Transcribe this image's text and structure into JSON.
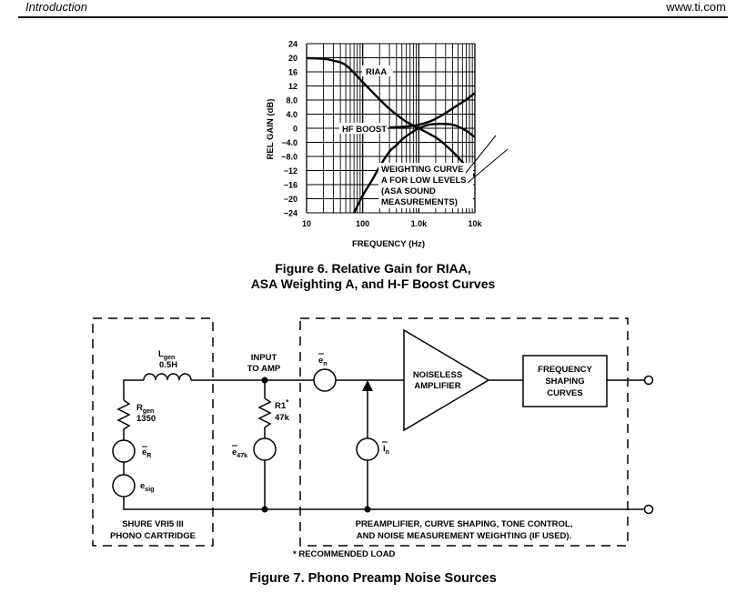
{
  "header": {
    "section": "Introduction",
    "site": "www.ti.com"
  },
  "figure6": {
    "caption_line1": "Figure 6. Relative Gain for RIAA,",
    "caption_line2": "ASA Weighting A, and H-F Boost Curves",
    "chart_data": {
      "type": "line",
      "xscale": "log",
      "xlim": [
        10,
        10000
      ],
      "ylim": [
        -24,
        24
      ],
      "xlabel": "FREQUENCY (Hz)",
      "ylabel": "REL GAIN (dB)",
      "xticks": [
        "10",
        "100",
        "1.0k",
        "10k"
      ],
      "yticks": [
        "24",
        "20",
        "16",
        "12",
        "8.0",
        "4.0",
        "0",
        "−4.0",
        "−8.0",
        "−12",
        "−16",
        "−20",
        "−24"
      ],
      "grid": true,
      "annotations": [
        "RIAA",
        "HF BOOST",
        "WEIGHTING CURVE",
        "A FOR LOW LEVELS",
        "(ASA SOUND",
        "MEASUREMENTS)"
      ],
      "series": [
        {
          "name": "RIAA",
          "x": [
            10,
            20,
            30,
            50,
            100,
            200,
            300,
            500,
            700,
            1000,
            2000,
            3000,
            5000,
            10000
          ],
          "y": [
            19.9,
            19.7,
            19.2,
            17.9,
            13.1,
            8.2,
            5.5,
            2.7,
            1.2,
            0,
            -2.6,
            -4.8,
            -8.2,
            -13.7
          ]
        },
        {
          "name": "HF BOOST",
          "x": [
            300,
            500,
            700,
            1000,
            1500,
            2000,
            3000,
            5000,
            7000,
            10000
          ],
          "y": [
            0.2,
            0.4,
            0.6,
            1.0,
            1.8,
            2.7,
            4.3,
            6.6,
            8.1,
            10.0
          ]
        },
        {
          "name": "WEIGHTING CURVE A",
          "x": [
            70,
            100,
            150,
            200,
            300,
            400,
            500,
            700,
            1000,
            1500,
            2000,
            3000,
            4000,
            5000,
            7000,
            10000
          ],
          "y": [
            -24,
            -19.1,
            -14.5,
            -10.9,
            -6.6,
            -4.8,
            -3.2,
            -1.5,
            0,
            1.0,
            1.2,
            1.2,
            1.0,
            0.5,
            -0.7,
            -2.5
          ]
        }
      ]
    }
  },
  "figure7": {
    "caption": "Figure 7. Phono Preamp Noise Sources",
    "lgen": "L",
    "lgen_sub": "gen",
    "lgen_value": "0.5H",
    "rgen": "R",
    "rgen_sub": "gen",
    "rgen_value": "1350",
    "er": "e",
    "er_sub": "R",
    "esig": "e",
    "esig_sub": "sig",
    "input_line1": "INPUT",
    "input_line2": "TO AMP",
    "r1": "R1",
    "r1_star": "*",
    "r1_value": "47k",
    "e47k": "e",
    "e47k_sub": "47k",
    "en": "e",
    "en_sub": "n",
    "in": "i",
    "in_sub": "n",
    "amp_line1": "NOISELESS",
    "amp_line2": "AMPLIFIER",
    "freq_line1": "FREQUENCY",
    "freq_line2": "SHAPING",
    "freq_line3": "CURVES",
    "cartridge_line1": "SHURE VRI5 III",
    "cartridge_line2": "PHONO CARTRIDGE",
    "preamp_line1": "PREAMPLIFIER, CURVE SHAPING, TONE CONTROL,",
    "preamp_line2": "AND NOISE MEASUREMENT WEIGHTING (IF USED).",
    "note": "* RECOMMENDED LOAD"
  }
}
